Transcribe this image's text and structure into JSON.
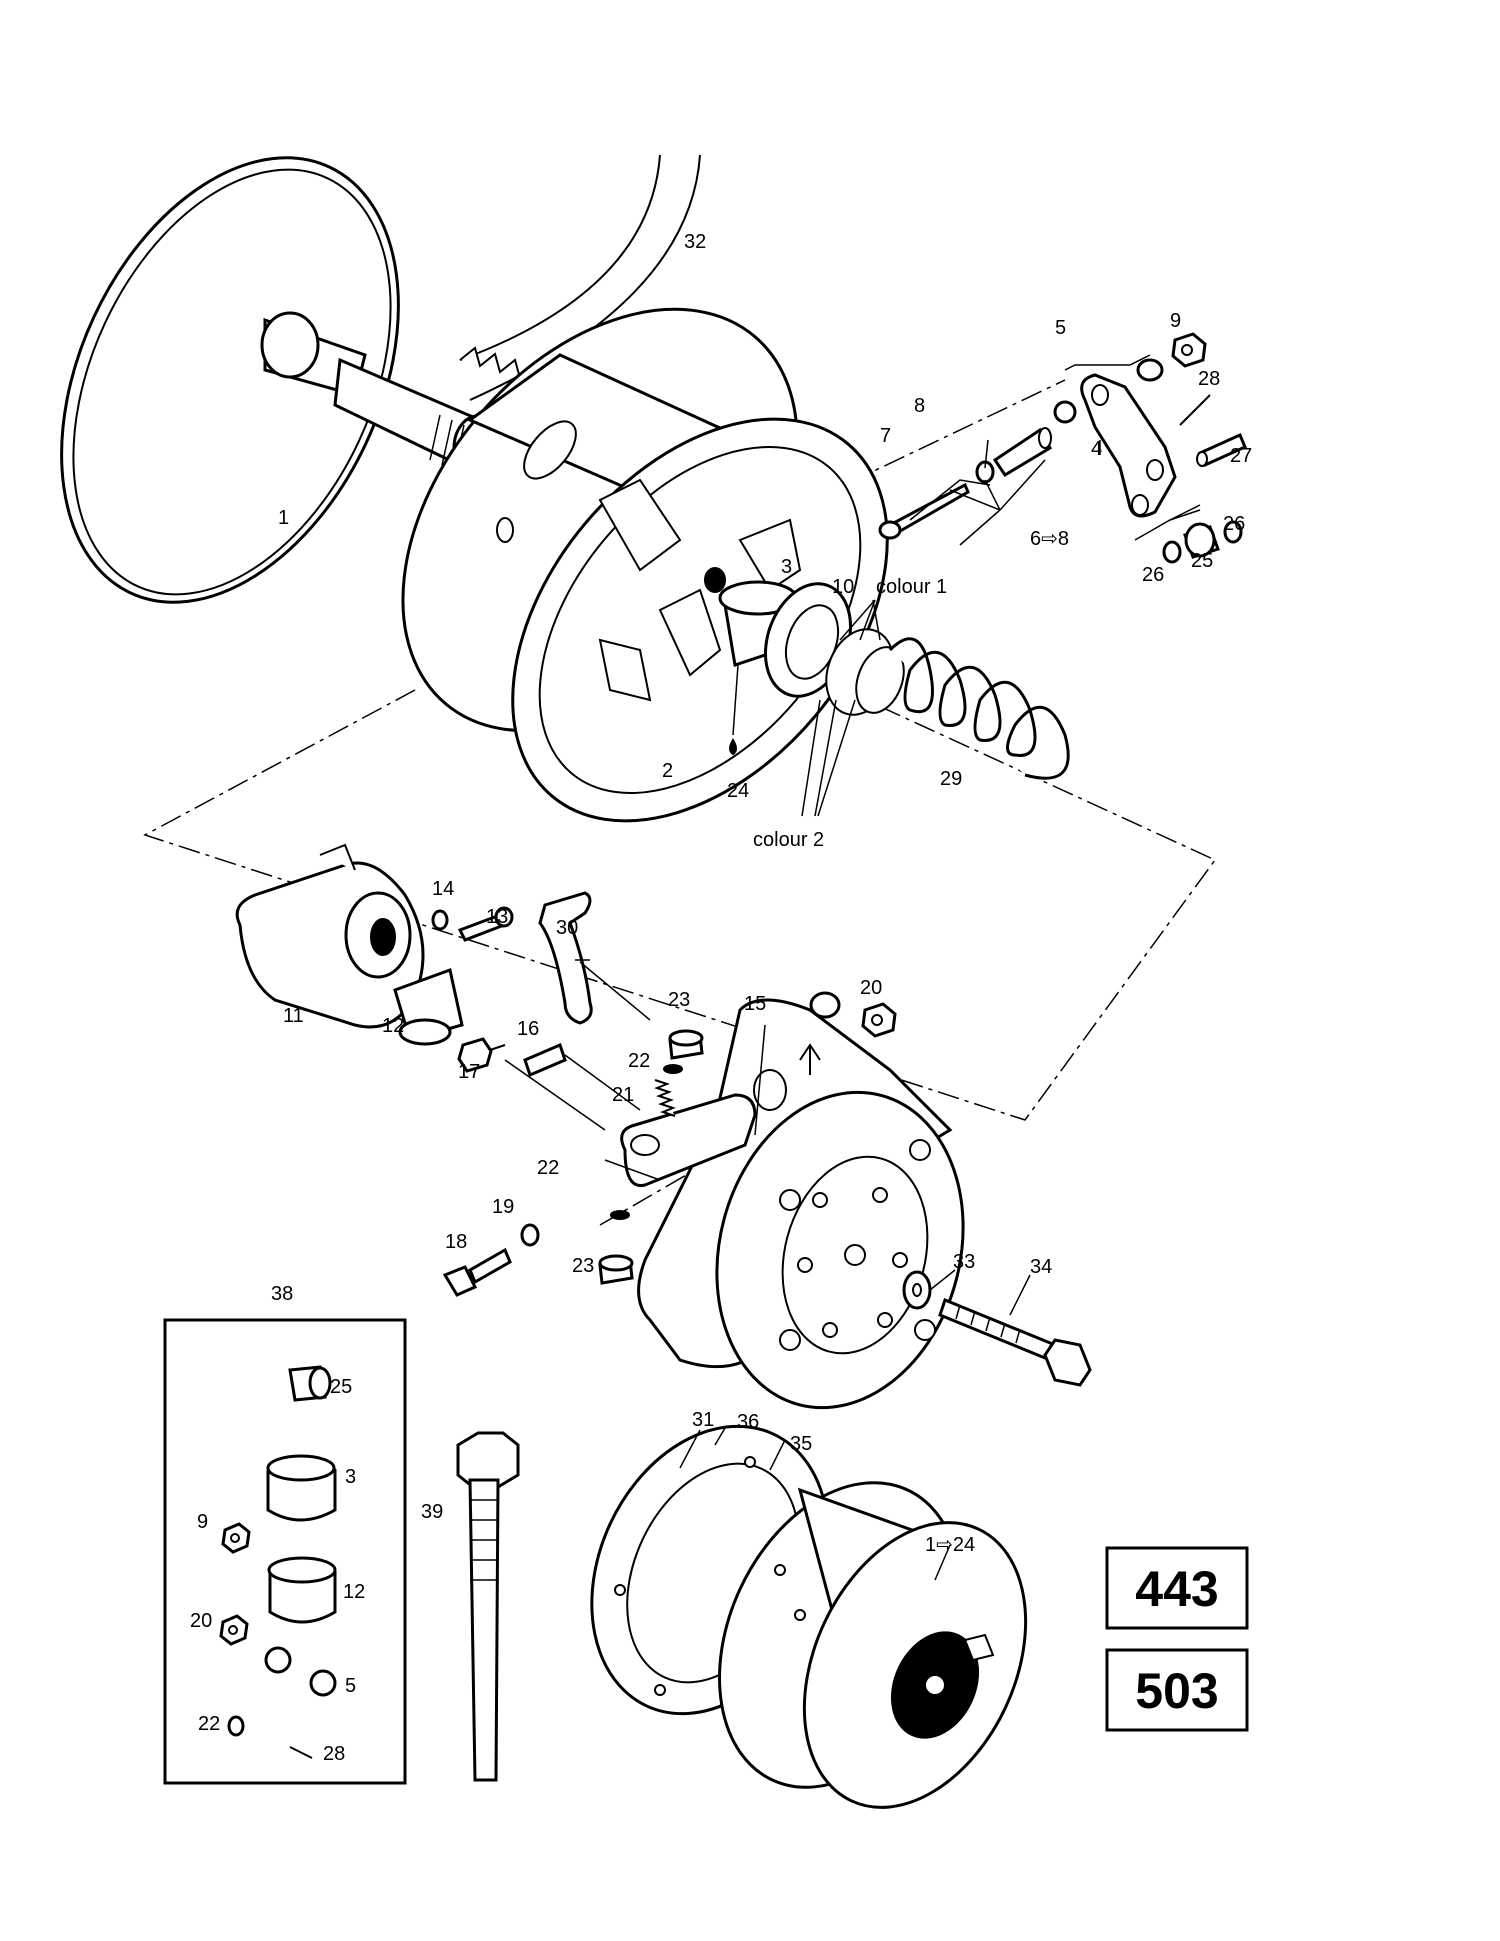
{
  "parts": {
    "p1": "1",
    "p2": "2",
    "p3": "3",
    "p4": "4",
    "p5": "5",
    "p7": "7",
    "p8": "8",
    "p6to8": "6⇨8",
    "p9": "9",
    "p10": "10",
    "colour1": "colour 1",
    "colour2": "colour 2",
    "p11": "11",
    "p12": "12",
    "p13": "13",
    "p14": "14",
    "p15": "15",
    "p16": "16",
    "p17": "17",
    "p18": "18",
    "p19": "19",
    "p20": "20",
    "p21": "21",
    "p22a": "22",
    "p22b": "22",
    "p23a": "23",
    "p23b": "23",
    "p24": "24",
    "p25": "25",
    "p26a": "26",
    "p26b": "26",
    "p27": "27",
    "p28": "28",
    "p29": "29",
    "p30": "30",
    "p31": "31",
    "p32": "32",
    "p33": "33",
    "p34": "34",
    "p35": "35",
    "p36": "36",
    "p38": "38",
    "p39": "39",
    "p1to24": "1⇨24"
  },
  "kit": {
    "k25": "25",
    "k3": "3",
    "k9": "9",
    "k12": "12",
    "k20": "20",
    "k5": "5",
    "k22": "22",
    "k28": "28"
  },
  "models": {
    "m443": "443",
    "m503": "503"
  }
}
